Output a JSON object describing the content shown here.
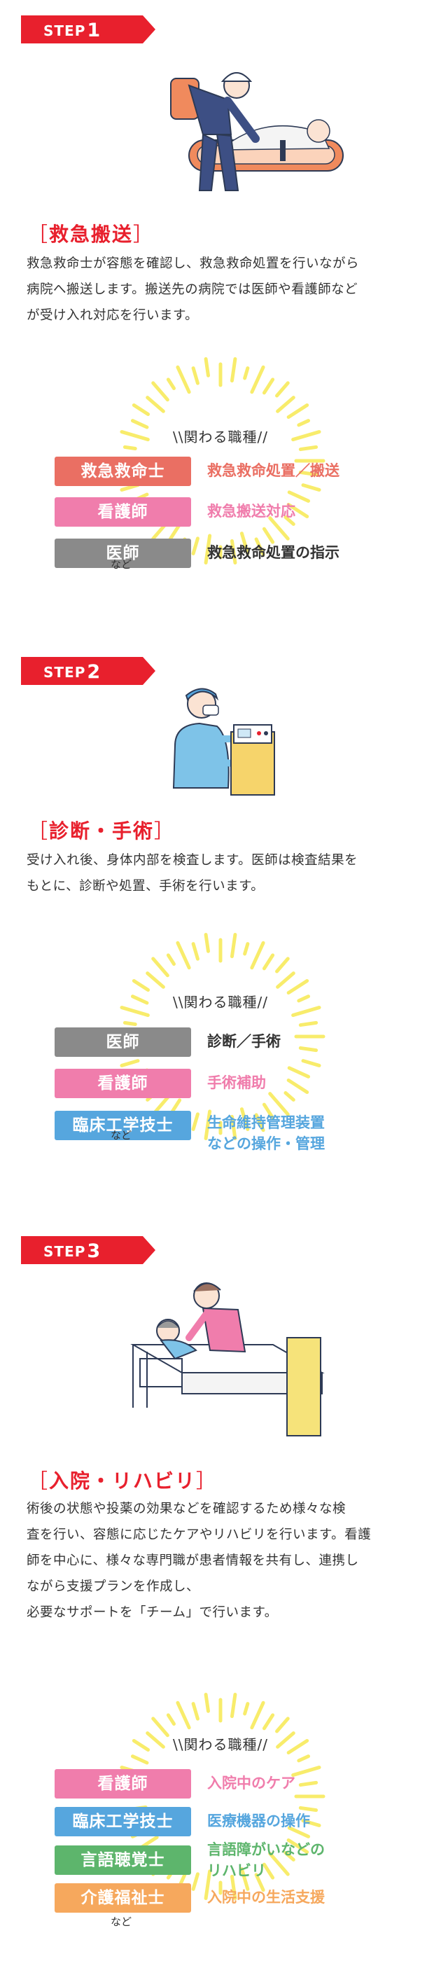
{
  "colors": {
    "red": "#e8202d",
    "salmon": "#ea6f63",
    "pink": "#f07dac",
    "gray": "#8a8a8a",
    "blue": "#56a6de",
    "green": "#5db56c",
    "orange": "#f6a85d",
    "yellow": "#f8ec6b",
    "dark_text": "#333333"
  },
  "roles_heading": "\\\\関わる職種//",
  "nado": "など",
  "steps": [
    {
      "label": "STEP",
      "number": "1",
      "illustration": "paramedic-stretcher",
      "title": "救急搬送",
      "body": [
        "救急救命士が容態を確認し、救急救命処置を行いながら",
        "病院へ搬送します。搬送先の病院では医師や看護師など",
        "が受け入れ対応を行います。"
      ],
      "roles": [
        {
          "name": "救急救命士",
          "desc": [
            "救急救命処置／搬送"
          ],
          "color": "#ea6f63"
        },
        {
          "name": "看護師",
          "desc": [
            "救急搬送対応"
          ],
          "color": "#f07dac"
        },
        {
          "name": "医師",
          "desc": [
            "救急救命処置の指示"
          ],
          "color": "#8a8a8a",
          "desc_color": "#333333"
        }
      ]
    },
    {
      "label": "STEP",
      "number": "2",
      "illustration": "clinical-engineer-machine",
      "title": "診断・手術",
      "body": [
        "受け入れ後、身体内部を検査します。医師は検査結果を",
        "もとに、診断や処置、手術を行います。"
      ],
      "roles": [
        {
          "name": "医師",
          "desc": [
            "診断／手術"
          ],
          "color": "#8a8a8a",
          "desc_color": "#333333"
        },
        {
          "name": "看護師",
          "desc": [
            "手術補助"
          ],
          "color": "#f07dac"
        },
        {
          "name": "臨床工学技士",
          "desc": [
            "生命維持管理装置",
            "などの操作・管理"
          ],
          "color": "#56a6de"
        }
      ]
    },
    {
      "label": "STEP",
      "number": "3",
      "illustration": "nurse-patient-bed",
      "title": "入院・リハビリ",
      "body": [
        "術後の状態や投薬の効果などを確認するため様々な検",
        "査を行い、容態に応じたケアやリハビリを行います。看護",
        "師を中心に、様々な専門職が患者情報を共有し、連携し",
        "ながら支援プランを作成し、",
        "必要なサポートを「チーム」で行います。"
      ],
      "roles": [
        {
          "name": "看護師",
          "desc": [
            "入院中のケア"
          ],
          "color": "#f07dac"
        },
        {
          "name": "臨床工学技士",
          "desc": [
            "医療機器の操作"
          ],
          "color": "#56a6de"
        },
        {
          "name": "言語聴覚士",
          "desc": [
            "言語障がいなどの",
            "リハビリ"
          ],
          "color": "#5db56c"
        },
        {
          "name": "介護福祉士",
          "desc": [
            "入院中の生活支援"
          ],
          "color": "#f6a85d"
        }
      ]
    }
  ]
}
